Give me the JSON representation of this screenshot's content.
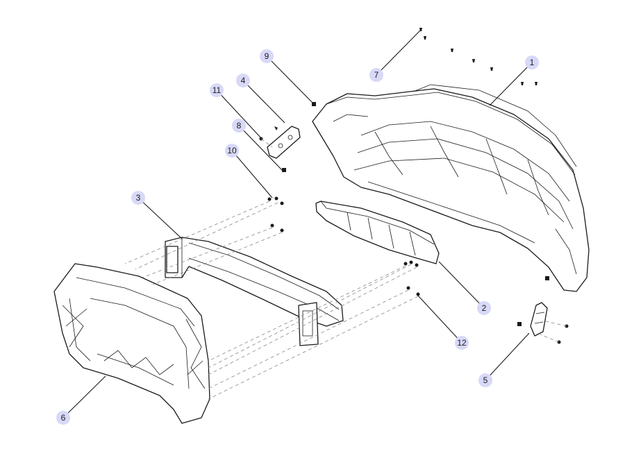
{
  "colors": {
    "callout_fill": "#d8d8f8",
    "line": "#1a1a1a",
    "dash": "#888888"
  },
  "callouts": [
    {
      "id": "c1",
      "label": "1"
    },
    {
      "id": "c2",
      "label": "2"
    },
    {
      "id": "c3",
      "label": "3"
    },
    {
      "id": "c4",
      "label": "4"
    },
    {
      "id": "c5",
      "label": "5"
    },
    {
      "id": "c6",
      "label": "6"
    },
    {
      "id": "c7",
      "label": "7"
    },
    {
      "id": "c8",
      "label": "8"
    },
    {
      "id": "c9",
      "label": "9"
    },
    {
      "id": "c10",
      "label": "10"
    },
    {
      "id": "c11",
      "label": "11"
    },
    {
      "id": "c12",
      "label": "12"
    }
  ]
}
